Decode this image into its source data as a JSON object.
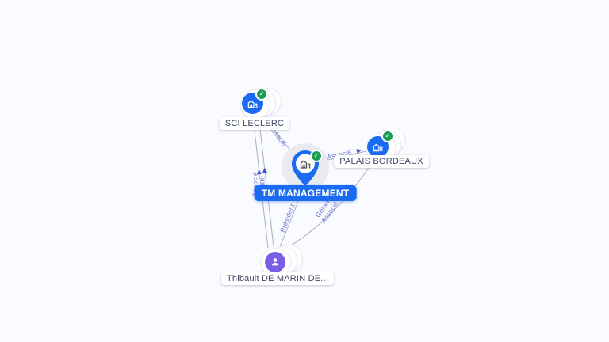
{
  "app": {
    "title": "company-network-graph"
  },
  "nodes": {
    "tm": {
      "label": "TM MANAGEMENT",
      "type": "company",
      "selected": true,
      "verified": true
    },
    "sci": {
      "label": "SCI LECLERC",
      "type": "company",
      "selected": false,
      "verified": true
    },
    "palais": {
      "label": "PALAIS BORDEAUX",
      "type": "company",
      "selected": false,
      "verified": true
    },
    "person": {
      "label": "Thibault DE MARIN DE...",
      "type": "person",
      "selected": false,
      "verified": false
    }
  },
  "edges": {
    "tm_sci": {
      "from": "TM MANAGEMENT",
      "to": "SCI LECLERC",
      "label": "Associé"
    },
    "tm_palais": {
      "from": "TM MANAGEMENT",
      "to": "PALAIS BORDEAUX",
      "label": "Associé"
    },
    "person_tm": {
      "from": "Thibault DE MARIN DE...",
      "to": "TM MANAGEMENT",
      "label": "Président"
    },
    "person_palais": {
      "from": "Thibault DE MARIN DE...",
      "to": "PALAIS BORDEAUX",
      "labels": [
        "Gérant",
        "Associé"
      ]
    },
    "person_sci": {
      "from": "Thibault DE MARIN DE...",
      "to": "SCI LECLERC",
      "labels": [
        "Associé",
        "Gérant"
      ]
    }
  },
  "icons": {
    "company": "building-icon",
    "person": "person-icon",
    "verified": "check-badge-icon",
    "selected": "map-pin-icon"
  },
  "colors": {
    "background": "#fafbfe",
    "company_blue": "#1a6bf2",
    "person_purple": "#7a5fe6",
    "verified_green": "#1d9e55",
    "edge_line": "#a9aec0",
    "edge_label": "#6f74d6",
    "arrow": "#3f4fd4",
    "label_text": "#3e4763"
  },
  "badge_check": "✓"
}
